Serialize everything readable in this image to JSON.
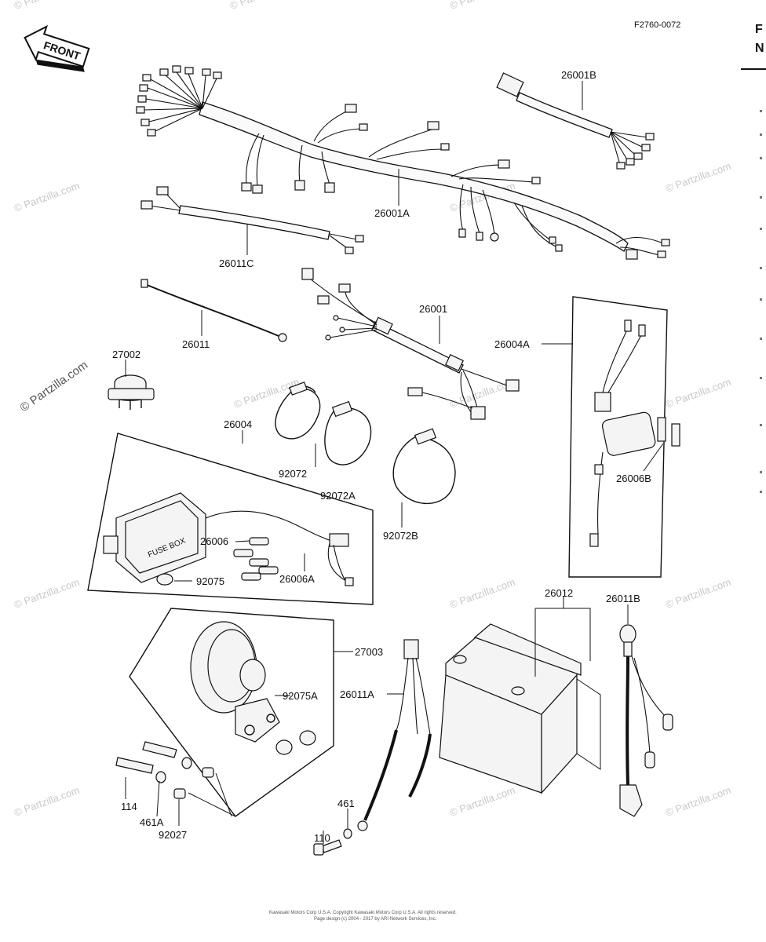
{
  "diagram_code": "F2760-0072",
  "front_label": "FRONT",
  "edge_text": [
    "F",
    "N"
  ],
  "parts": [
    {
      "id": "26001B"
    },
    {
      "id": "26001A"
    },
    {
      "id": "26011C"
    },
    {
      "id": "26001"
    },
    {
      "id": "26011"
    },
    {
      "id": "27002"
    },
    {
      "id": "26004A"
    },
    {
      "id": "26004"
    },
    {
      "id": "92072"
    },
    {
      "id": "92072A"
    },
    {
      "id": "92072B"
    },
    {
      "id": "26006B"
    },
    {
      "id": "26006"
    },
    {
      "id": "26006A"
    },
    {
      "id": "92075"
    },
    {
      "id": "26012"
    },
    {
      "id": "26011B"
    },
    {
      "id": "27003"
    },
    {
      "id": "92075A"
    },
    {
      "id": "26011A"
    },
    {
      "id": "114"
    },
    {
      "id": "461A"
    },
    {
      "id": "92027"
    },
    {
      "id": "110"
    },
    {
      "id": "461"
    }
  ],
  "regulator_text": "FUSE BOX",
  "watermark": "© Partzilla.com",
  "footer_lines": [
    "Kawasaki Motors Corp U.S.A. Copyright Kawasaki Motors Corp U.S.A. All rights reserved.",
    "Page design (c) 2004 - 2017 by ARI Network Services, Inc."
  ]
}
